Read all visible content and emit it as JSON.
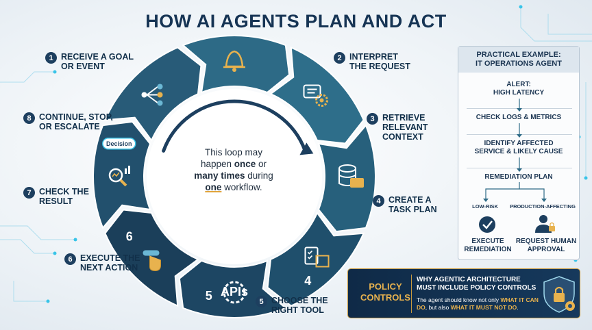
{
  "title": "HOW AI AGENTS PLAN AND ACT",
  "steps": [
    {
      "num": "1",
      "label": "RECEIVE A GOAL\nOR EVENT"
    },
    {
      "num": "2",
      "label": "INTERPRET\nTHE REQUEST"
    },
    {
      "num": "3",
      "label": "RETRIEVE\nRELEVANT\nCONTEXT"
    },
    {
      "num": "4",
      "label": "CREATE A\nTASK PLAN"
    },
    {
      "num": "5",
      "label": "CHOOSE THE\nRIGHT TOOL"
    },
    {
      "num": "6",
      "label": "EXECUTE THE\nNEXT ACTION"
    },
    {
      "num": "7",
      "label": "CHECK THE\nRESULT"
    },
    {
      "num": "8",
      "label": "CONTINUE, STOP,\nOR ESCALATE"
    }
  ],
  "ring_numbers": {
    "seg4": "4",
    "seg5": "5",
    "seg6": "6"
  },
  "ring_labels": {
    "decision": "Decision",
    "apis": "APIs"
  },
  "center": {
    "line1": "This loop may",
    "line2a": "happen ",
    "line2b": "once",
    "line2c": " or",
    "line3a": "many times",
    "line3b": " during",
    "line4a": "one",
    "line4b": " workflow."
  },
  "example": {
    "header_line1": "PRACTICAL EXAMPLE:",
    "header_line2": "IT OPERATIONS AGENT",
    "alert_line1": "ALERT:",
    "alert_line2": "HIGH LATENCY",
    "check": "CHECK LOGS & METRICS",
    "identify_line1": "IDENTIFY AFFECTED",
    "identify_line2": "SERVICE & LIKELY CAUSE",
    "plan": "REMEDIATION PLAN",
    "low_risk": "LOW-RISK",
    "prod": "PRODUCTION-AFFECTING",
    "execute_line1": "EXECUTE",
    "execute_line2": "REMEDIATION",
    "request_line1": "REQUEST HUMAN",
    "request_line2": "APPROVAL"
  },
  "policy": {
    "title_line1": "POLICY",
    "title_line2": "CONTROLS",
    "head_line1": "WHY AGENTIC ARCHITECTURE",
    "head_line2": "MUST INCLUDE POLICY CONTROLS",
    "body_a": "The agent should know not only ",
    "body_b": "WHAT IT CAN DO",
    "body_c": ", but also ",
    "body_d": "WHAT IT MUST NOT DO",
    "body_e": "."
  },
  "colors": {
    "navy": "#1d3f5f",
    "teal": "#2d6a86",
    "gold": "#e8b24e",
    "cyan": "#38c4e8"
  }
}
